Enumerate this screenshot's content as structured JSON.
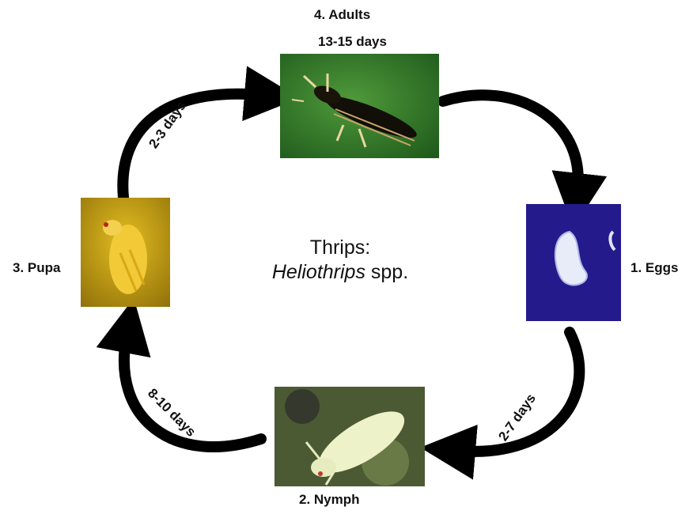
{
  "title": {
    "line1": "Thrips:",
    "line2_italic": "Heliothrips",
    "line2_rest": " spp."
  },
  "stages": {
    "adults": {
      "label": "4. Adults",
      "duration": "13-15 days"
    },
    "eggs": {
      "label": "1. Eggs"
    },
    "nymph": {
      "label": "2. Nymph"
    },
    "pupa": {
      "label": "3. Pupa"
    }
  },
  "transitions": {
    "eggs_to_nymph": "2-7 days",
    "nymph_to_pupa": "8-10 days",
    "pupa_to_adults": "2-3 days"
  },
  "colors": {
    "arrow": "#000000",
    "eggs_background": "#241a8c",
    "pupa_background": "#c9a10e",
    "adults_background": "#2f7a28",
    "nymph_background": "#5d6a3e"
  },
  "images": {
    "adults": "adult-thrips-photo",
    "eggs": "thrips-egg-photo",
    "nymph": "thrips-nymph-photo",
    "pupa": "thrips-pupa-photo"
  }
}
